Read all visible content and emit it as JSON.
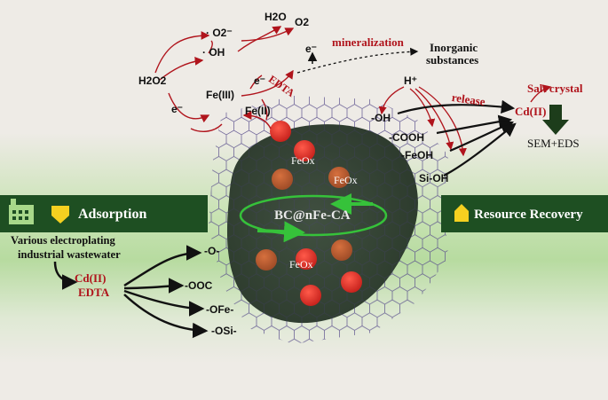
{
  "left_banner": {
    "title": "Adsorption",
    "icon": "factory-icon",
    "arrow_icon": "down-arrow-icon"
  },
  "right_banner": {
    "title": "Resource Recovery",
    "icon": "home-arrow-icon"
  },
  "source": {
    "line1": "Various electroplating",
    "line2": "industrial wastewater"
  },
  "pollutants": {
    "metal": "Cd(II)",
    "ligand": "EDTA"
  },
  "adsorption_groups": {
    "o": "-O-",
    "ooc": "-OOC",
    "ofe": "-OFe-",
    "osi": "-OSi-"
  },
  "adsorbent": {
    "name": "BC@nFe-CA",
    "feox_1": "FeOx",
    "feox_2": "FeOx",
    "feox_3": "FeOx"
  },
  "surface_groups": {
    "oh": "-OH",
    "cooh": "-COOH",
    "feoh": "-FeOH",
    "sioh": "Si-OH"
  },
  "fenton": {
    "h2o2": "H2O2",
    "oh_radical": "· OH",
    "o2_radical": "· O2⁻",
    "h2o": "H2O",
    "o2": "O2",
    "fe3": "Fe(III)",
    "fe2": "Fe(II)",
    "electron_1": "e⁻",
    "electron_2": "e⁻",
    "electron_3": "e⁻",
    "edta": "EDTA"
  },
  "mineralization": {
    "label": "mineralization",
    "product_line1": "Inorganic",
    "product_line2": "substances"
  },
  "recovery": {
    "proton": "H⁺",
    "release": "release",
    "cd": "Cd(II)",
    "salt": "Salt crystal",
    "analysis": "SEM+EDS"
  },
  "colors": {
    "banner_green": "#1e4f22",
    "highlight_green": "#a8d88a",
    "red": "#b0141c",
    "arrow_green": "#36c23a",
    "dark_arrow": "#1d3d1b",
    "yellow_icon": "#f5d020"
  }
}
